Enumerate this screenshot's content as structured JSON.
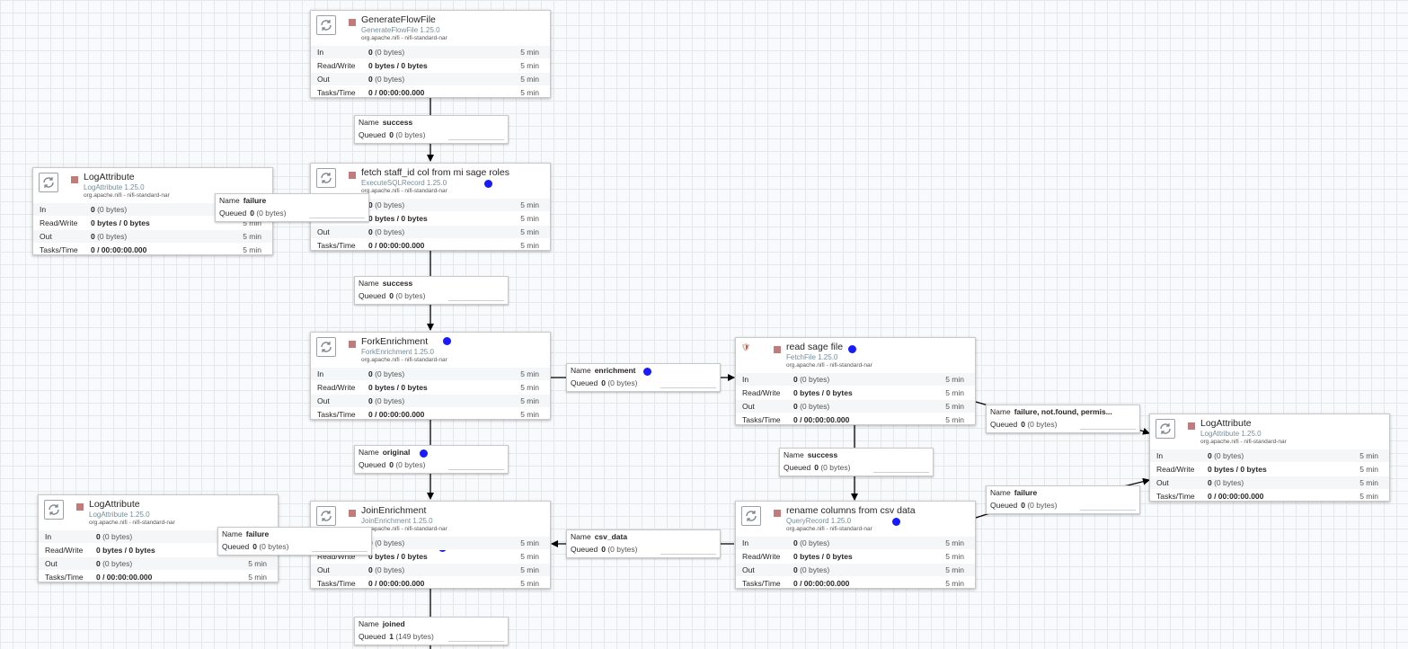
{
  "labels": {
    "in": "In",
    "read_write": "Read/Write",
    "out": "Out",
    "tasks_time": "Tasks/Time",
    "name": "Name",
    "queued": "Queued"
  },
  "colors": {
    "canvas_bg": "#f9fafb",
    "grid_line": "#e3e8eb",
    "stopped_indicator": "#c27a7a",
    "status_dot": "#1a1aff",
    "type_text": "#728e9b"
  },
  "processors": [
    {
      "id": "generate",
      "name": "GenerateFlowFile",
      "type": "GenerateFlowFile 1.25.0",
      "bundle": "org.apache.nifi - nifi-standard-nar",
      "icon": "processor-icon",
      "state": "stopped",
      "in": "0",
      "in_sub": " (0 bytes)",
      "rw": "0 bytes / 0 bytes",
      "out": "0",
      "out_sub": " (0 bytes)",
      "tasks": "0 / 00:00:00.000",
      "window": "5 min"
    },
    {
      "id": "fetch_staff",
      "name": "fetch staff_id col from mi sage roles",
      "type": "ExecuteSQLRecord 1.25.0",
      "bundle": "org.apache.nifi - nifi-standard-nar",
      "icon": "processor-icon",
      "state": "stopped",
      "in": "0",
      "in_sub": " (0 bytes)",
      "rw": "0 bytes / 0 bytes",
      "out": "0",
      "out_sub": " (0 bytes)",
      "tasks": "0 / 00:00:00.000",
      "window": "5 min"
    },
    {
      "id": "log_top",
      "name": "LogAttribute",
      "type": "LogAttribute 1.25.0",
      "bundle": "org.apache.nifi - nifi-standard-nar",
      "icon": "processor-icon",
      "state": "stopped",
      "in": "0",
      "in_sub": " (0 bytes)",
      "rw": "0 bytes / 0 bytes",
      "out": "0",
      "out_sub": " (0 bytes)",
      "tasks": "0 / 00:00:00.000",
      "window": "5 min"
    },
    {
      "id": "fork",
      "name": "ForkEnrichment",
      "type": "ForkEnrichment 1.25.0",
      "bundle": "org.apache.nifi - nifi-standard-nar",
      "icon": "processor-icon",
      "state": "stopped",
      "in": "0",
      "in_sub": " (0 bytes)",
      "rw": "0 bytes / 0 bytes",
      "out": "0",
      "out_sub": " (0 bytes)",
      "tasks": "0 / 00:00:00.000",
      "window": "5 min"
    },
    {
      "id": "read_sage",
      "name": "read sage file",
      "type": "FetchFile 1.25.0",
      "bundle": "org.apache.nifi - nifi-standard-nar",
      "icon": "processor-icon",
      "state": "stopped",
      "in": "0",
      "in_sub": " (0 bytes)",
      "rw": "0 bytes / 0 bytes",
      "out": "0",
      "out_sub": " (0 bytes)",
      "tasks": "0 / 00:00:00.000",
      "window": "5 min"
    },
    {
      "id": "log_right",
      "name": "LogAttribute",
      "type": "LogAttribute 1.25.0",
      "bundle": "org.apache.nifi - nifi-standard-nar",
      "icon": "processor-icon",
      "state": "stopped",
      "in": "0",
      "in_sub": " (0 bytes)",
      "rw": "0 bytes / 0 bytes",
      "out": "0",
      "out_sub": " (0 bytes)",
      "tasks": "0 / 00:00:00.000",
      "window": "5 min"
    },
    {
      "id": "join",
      "name": "JoinEnrichment",
      "type": "JoinEnrichment 1.25.0",
      "bundle": "org.apache.nifi - nifi-standard-nar",
      "icon": "processor-icon",
      "state": "stopped",
      "in": "0",
      "in_sub": " (0 bytes)",
      "rw": "0 bytes / 0 bytes",
      "out": "0",
      "out_sub": " (0 bytes)",
      "tasks": "0 / 00:00:00.000",
      "window": "5 min"
    },
    {
      "id": "rename",
      "name": "rename columns from csv data",
      "type": "QueryRecord 1.25.0",
      "bundle": "org.apache.nifi - nifi-standard-nar",
      "icon": "processor-icon",
      "state": "stopped",
      "in": "0",
      "in_sub": " (0 bytes)",
      "rw": "0 bytes / 0 bytes",
      "out": "0",
      "out_sub": " (0 bytes)",
      "tasks": "0 / 00:00:00.000",
      "window": "5 min"
    },
    {
      "id": "log_bottom",
      "name": "LogAttribute",
      "type": "LogAttribute 1.25.0",
      "bundle": "org.apache.nifi - nifi-standard-nar",
      "icon": "processor-icon",
      "state": "stopped",
      "in": "0",
      "in_sub": " (0 bytes)",
      "rw": "0 bytes / 0 bytes",
      "out": "0",
      "out_sub": " (0 bytes)",
      "tasks": "0 / 00:00:00.000",
      "window": "5 min"
    }
  ],
  "connections": [
    {
      "id": "c_success1",
      "name": "success",
      "queued": "0",
      "queued_sub": " (0 bytes)"
    },
    {
      "id": "c_failure_top",
      "name": "failure",
      "queued": "0",
      "queued_sub": " (0 bytes)"
    },
    {
      "id": "c_success2",
      "name": "success",
      "queued": "0",
      "queued_sub": " (0 bytes)"
    },
    {
      "id": "c_enrichment",
      "name": "enrichment",
      "queued": "0",
      "queued_sub": " (0 bytes)"
    },
    {
      "id": "c_failure_right1",
      "name": "failure, not.found, permis...",
      "queued": "0",
      "queued_sub": " (0 bytes)"
    },
    {
      "id": "c_success3",
      "name": "success",
      "queued": "0",
      "queued_sub": " (0 bytes)"
    },
    {
      "id": "c_original",
      "name": "original",
      "queued": "0",
      "queued_sub": " (0 bytes)"
    },
    {
      "id": "c_failure_right2",
      "name": "failure",
      "queued": "0",
      "queued_sub": " (0 bytes)"
    },
    {
      "id": "c_failure_bottom",
      "name": "failure",
      "queued": "0",
      "queued_sub": " (0 bytes)"
    },
    {
      "id": "c_csv_data",
      "name": "csv_data",
      "queued": "0",
      "queued_sub": " (0 bytes)"
    },
    {
      "id": "c_joined",
      "name": "joined",
      "queued": "1",
      "queued_sub": " (149 bytes)"
    }
  ]
}
